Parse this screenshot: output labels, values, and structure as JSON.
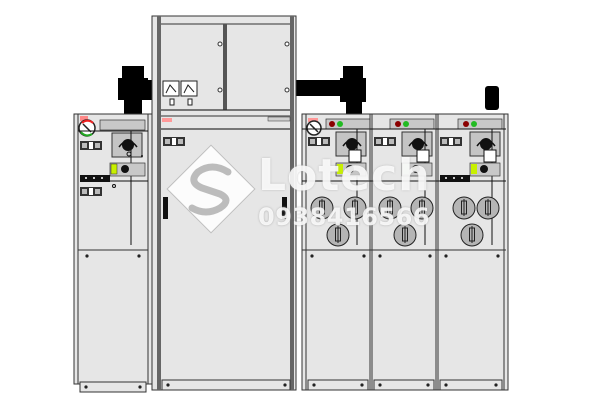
{
  "diagram": {
    "subject": "Medium voltage switchgear cabinet line-up (front elevation)",
    "colors": {
      "panel": "#e6e6e6",
      "outline": "#333333",
      "dark": "#000000",
      "indicator_red": "#8b0000",
      "indicator_green": "#22bb22",
      "lamp_yellow": "#c8f000",
      "label_red": "#ff6666"
    },
    "cabinets": [
      {
        "id": "cabinet-1",
        "type": "switch-panel",
        "has_dial": true,
        "has_mimic": true
      },
      {
        "id": "cabinet-2",
        "type": "metering-tall-panel",
        "top_box": {
          "meters": 2,
          "doors": 2
        }
      },
      {
        "id": "cabinet-3",
        "type": "fuse-panel",
        "indicators": [
          "red",
          "green"
        ],
        "fuse_holders": 3
      },
      {
        "id": "cabinet-4",
        "type": "fuse-panel",
        "indicators": [
          "red",
          "green"
        ],
        "fuse_holders": 3
      },
      {
        "id": "cabinet-5",
        "type": "fuse-panel",
        "indicators": [
          "red",
          "green"
        ],
        "fuse_holders": 3
      }
    ]
  },
  "watermark": {
    "brand": "Lotech",
    "phone": "0938416566"
  }
}
